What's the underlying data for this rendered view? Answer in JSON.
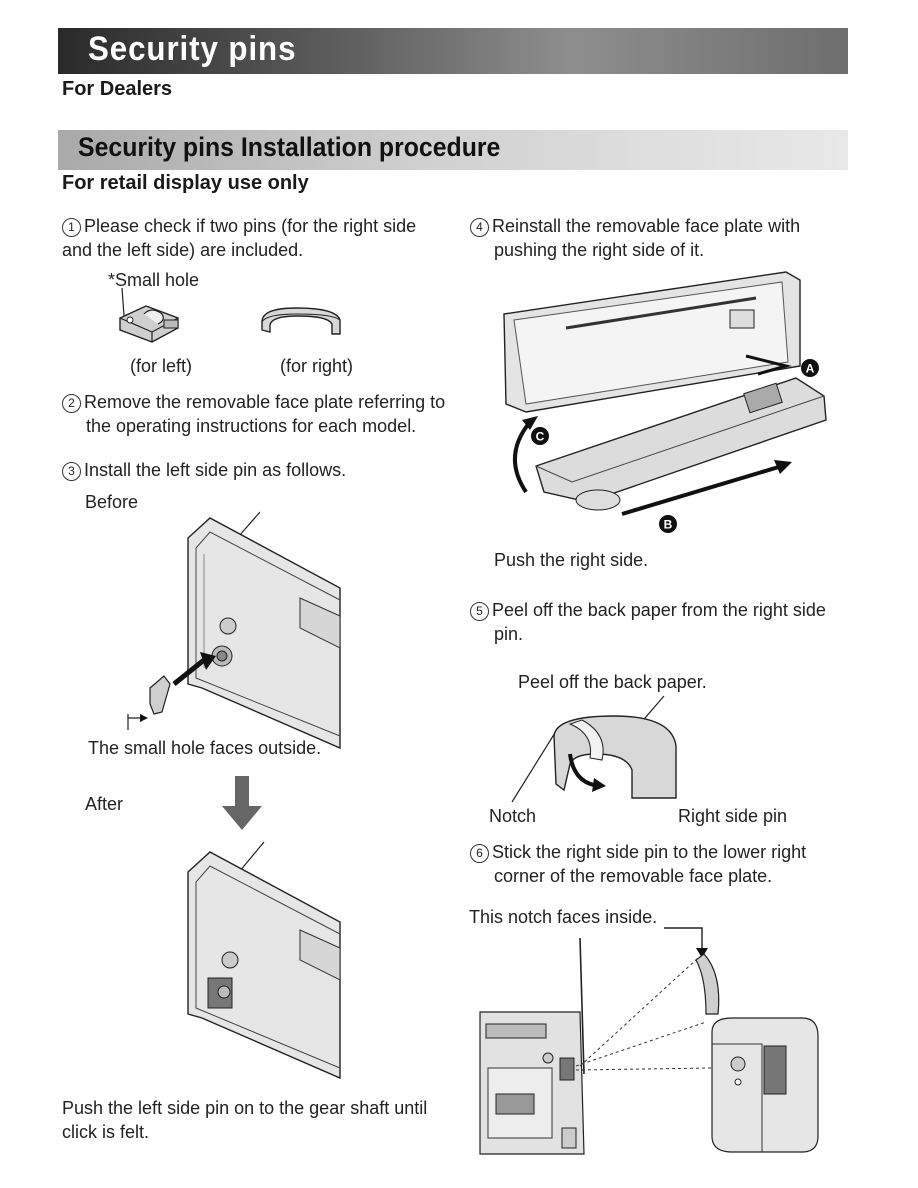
{
  "header": {
    "title": "Security pins",
    "audience": "For Dealers",
    "section_title": "Security pins Installation procedure",
    "subheading": "For retail display use only"
  },
  "steps": [
    {
      "number": "1",
      "line1": "Please check if two pins (for the right side",
      "line2": "and the left side) are included."
    },
    {
      "number": "2",
      "line1": "Remove the removable face plate referring to",
      "line2": "the operating instructions for each model."
    },
    {
      "number": "3",
      "line1": "Install the left side pin as follows.",
      "line2": ""
    },
    {
      "number": "4",
      "line1": "Reinstall the removable face plate with",
      "line2": "pushing the right side of it."
    },
    {
      "number": "5",
      "line1": "Peel off the back paper from the right side",
      "line2": "pin."
    },
    {
      "number": "6",
      "line1": "Stick the right side pin to the lower right",
      "line2": "corner of the removable face plate."
    }
  ],
  "labels": {
    "small_hole": "*Small hole",
    "for_left": "(for left)",
    "for_right": "(for right)",
    "before": "Before",
    "after": "After",
    "hole_faces": "The small hole faces outside.",
    "push_left": "Push the left side pin on to the gear shaft until",
    "push_left_2": "click is felt.",
    "push_right": "Push the right side.",
    "peel": "Peel off the back paper.",
    "notch": "Notch",
    "right_pin": "Right side pin",
    "notch_inside": "This notch faces inside.",
    "marker_a": "A",
    "marker_b": "B",
    "marker_c": "C"
  },
  "colors": {
    "title_bar": "#2a2a2a",
    "sub_bar": "#bdbdbd",
    "marker": "#111111"
  }
}
